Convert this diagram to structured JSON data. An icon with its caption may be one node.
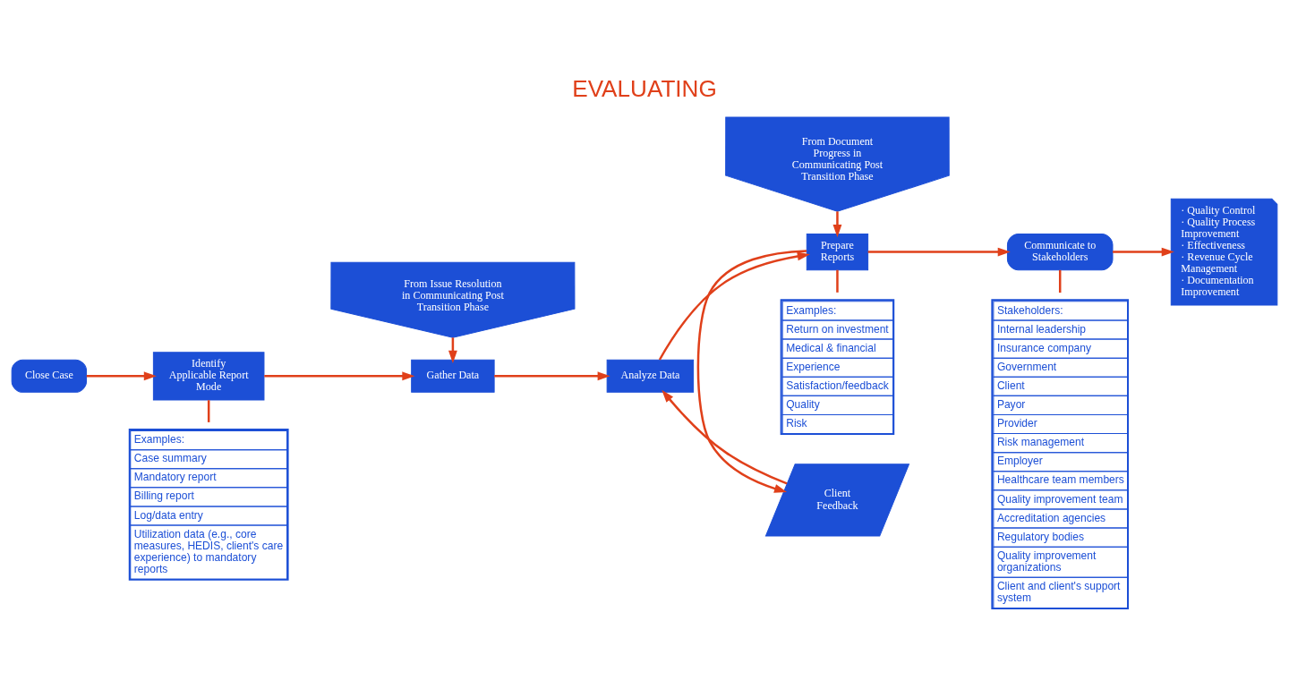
{
  "diagram": {
    "title": "EVALUATING",
    "nodes": [
      {
        "text": [
          "Close Case"
        ]
      },
      {
        "text": [
          "Identify Applicable Report Mode"
        ]
      },
      {
        "text": [
          "Examples:",
          "Case summary",
          "Mandatory report",
          "Billing report",
          "Log/data entry",
          "Utilization data (e.g., core measures, HEDIS, client's care experience) to mandatory reports"
        ]
      },
      {
        "text": [
          "From Issue Resolution in Communicating Post Transition Phase"
        ]
      },
      {
        "text": [
          "Gather Data"
        ]
      },
      {
        "text": [
          "Analyze Data"
        ]
      },
      {
        "text": [
          "Client Feedback"
        ]
      },
      {
        "text": [
          "From Document Progress in Communicating Post Transition Phase"
        ]
      },
      {
        "text": [
          "Prepare Reports"
        ]
      },
      {
        "text": [
          "Examples:",
          "Return on investment",
          "Medical & financial",
          "Experience",
          "Satisfaction/feedback",
          "Quality",
          "Risk"
        ]
      },
      {
        "text": [
          "Communicate to Stakeholders"
        ]
      },
      {
        "text": [
          "Stakeholders:",
          "Internal leadership",
          "Insurance company",
          "Government",
          "Client",
          "Payor",
          "Provider",
          "Risk management",
          "Employer",
          "Healthcare team members",
          "Quality improvement team",
          "Accreditation agencies",
          "Regulatory bodies",
          "Quality improvement organizations",
          "Client and client's support system"
        ]
      },
      {
        "text": [
          "· Quality Control",
          "· Quality Process Improvement",
          "· Effectiveness",
          "· Revenue Cycle Management",
          "· Documentation Improvement"
        ]
      }
    ],
    "edges": [
      {
        "from": 0,
        "to": 1,
        "arrow": "to"
      },
      {
        "from": 1,
        "to": 4,
        "arrow": "to"
      },
      {
        "from": 3,
        "to": 4,
        "arrow": "to"
      },
      {
        "from": 4,
        "to": 5,
        "arrow": "to"
      },
      {
        "from": 6,
        "to": 5,
        "arrow": "to"
      },
      {
        "from": 5,
        "to": 8,
        "arrow": "to"
      },
      {
        "from": 8,
        "to": 6,
        "arrow": "to"
      },
      {
        "from": 7,
        "to": 8,
        "arrow": "to"
      },
      {
        "from": 8,
        "to": 10,
        "arrow": "to"
      },
      {
        "from": 1,
        "to": 2,
        "arrow": "none"
      },
      {
        "from": 8,
        "to": 9,
        "arrow": "none"
      },
      {
        "from": 10,
        "to": 11,
        "arrow": "none"
      },
      {
        "from": 10,
        "to": 12,
        "arrow": "to"
      }
    ]
  }
}
